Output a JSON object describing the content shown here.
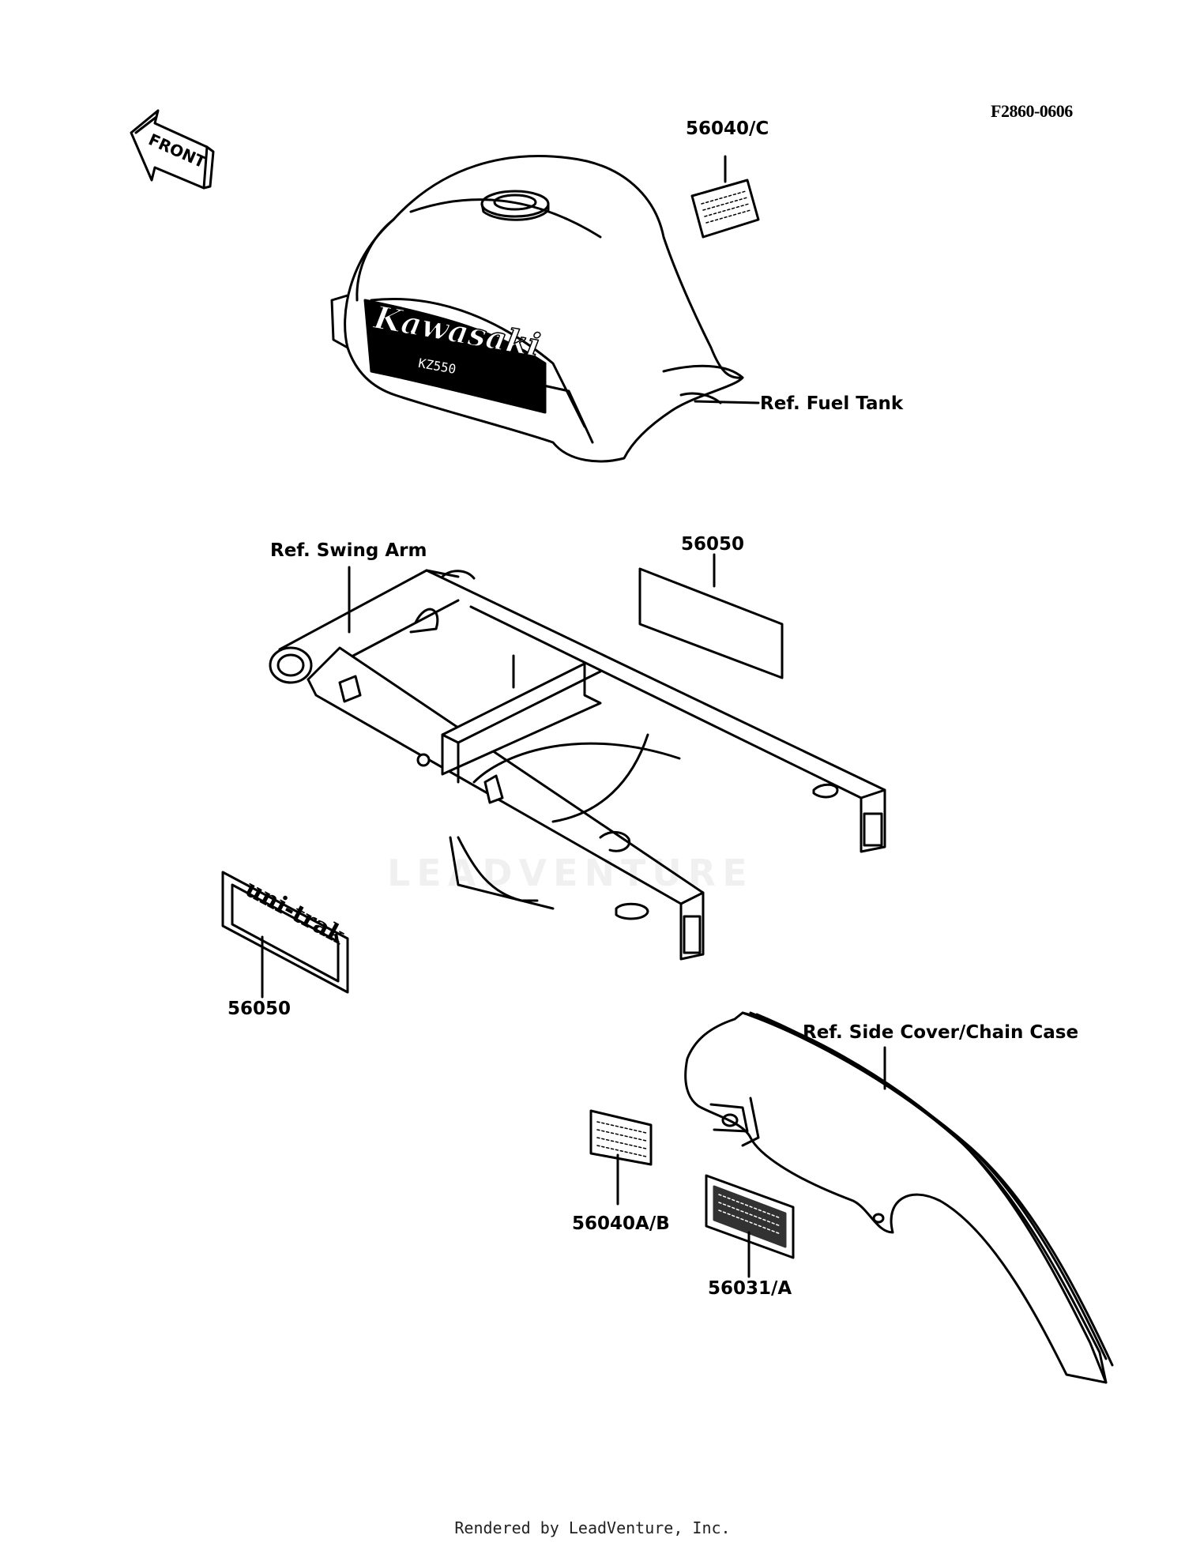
{
  "diagram_code": "F2860-0606",
  "front_arrow_label": "FRONT",
  "footer": "Rendered by LeadVenture, Inc.",
  "watermark": "LEADVENTURE",
  "tank_brand": "Kawasaki",
  "tank_model": "KZ550",
  "swingarm_badge": "uni-trak",
  "labels": {
    "part_56040c": "56040/C",
    "ref_fuel_tank": "Ref. Fuel Tank",
    "ref_swing_arm": "Ref. Swing Arm",
    "part_56050_top": "56050",
    "part_56050_bottom": "56050",
    "ref_side_cover": "Ref. Side Cover/Chain Case",
    "part_56040ab": "56040A/B",
    "part_56031a": "56031/A"
  },
  "colors": {
    "ink": "#000000",
    "paper": "#ffffff"
  }
}
